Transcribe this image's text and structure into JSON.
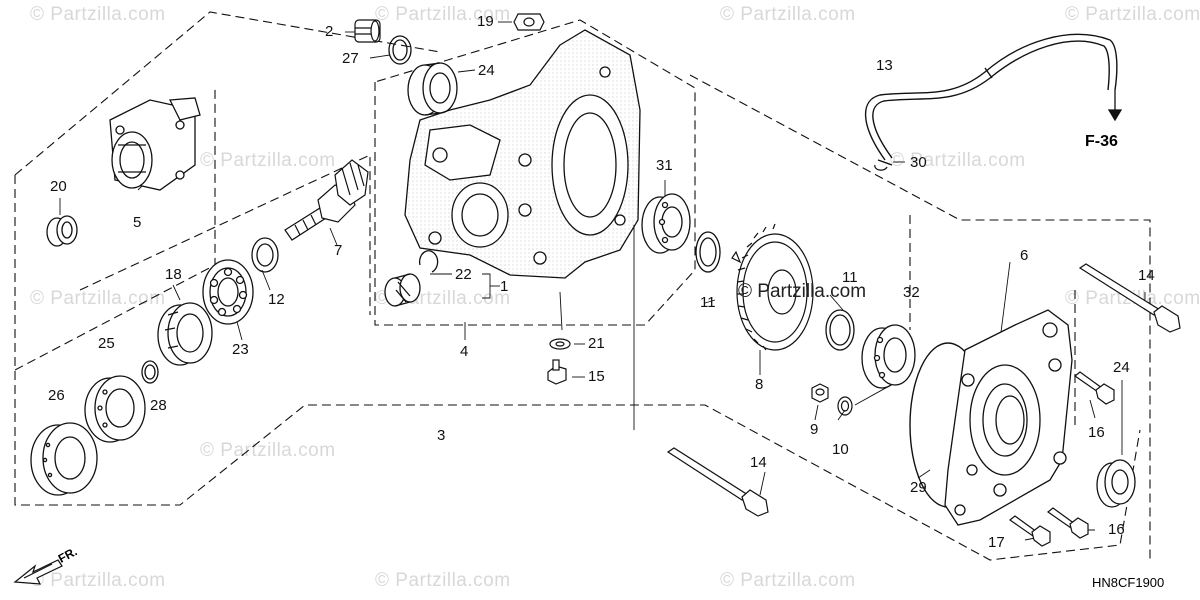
{
  "watermarks": [
    {
      "text": "© Partzilla.com"
    },
    {
      "text": "© Partzilla.com"
    },
    {
      "text": "© Partzilla.com"
    },
    {
      "text": "© Partzilla.com"
    },
    {
      "text": "© Partzilla.com"
    },
    {
      "text": "© Partzilla.com"
    },
    {
      "text": "© Partzilla.com"
    },
    {
      "text": "© Partzilla.com"
    },
    {
      "text": "© Partzilla.com"
    },
    {
      "text": "© Partzilla.com"
    },
    {
      "text": "© Partzilla.com"
    },
    {
      "text": "© Partzilla.com"
    },
    {
      "text": "© Partzilla.com"
    }
  ],
  "center_watermark": "© Partzilla.com",
  "callouts": {
    "c2": "2",
    "c27": "27",
    "c19": "19",
    "c24a": "24",
    "c13": "13",
    "c20": "20",
    "c5": "5",
    "c7": "7",
    "c31": "31",
    "c30": "30",
    "c18": "18",
    "c12": "12",
    "c23": "23",
    "c22": "22",
    "c1": "1",
    "c11a": "11",
    "c11b": "11",
    "c32": "32",
    "c6": "6",
    "c14a": "14",
    "c25": "25",
    "c28": "28",
    "c4": "4",
    "c21": "21",
    "c15": "15",
    "c8": "8",
    "c24b": "24",
    "c26": "26",
    "c3": "3",
    "c9": "9",
    "c10": "10",
    "c16a": "16",
    "c14b": "14",
    "c29": "29",
    "c16b": "16",
    "c17": "17"
  },
  "ref_label": "F-36",
  "diagram_code": "HN8CF1900",
  "front_label": "FR.",
  "colors": {
    "line": "#111111",
    "watermark": "#d8d8d8",
    "hatch": "#9a9a9a"
  }
}
